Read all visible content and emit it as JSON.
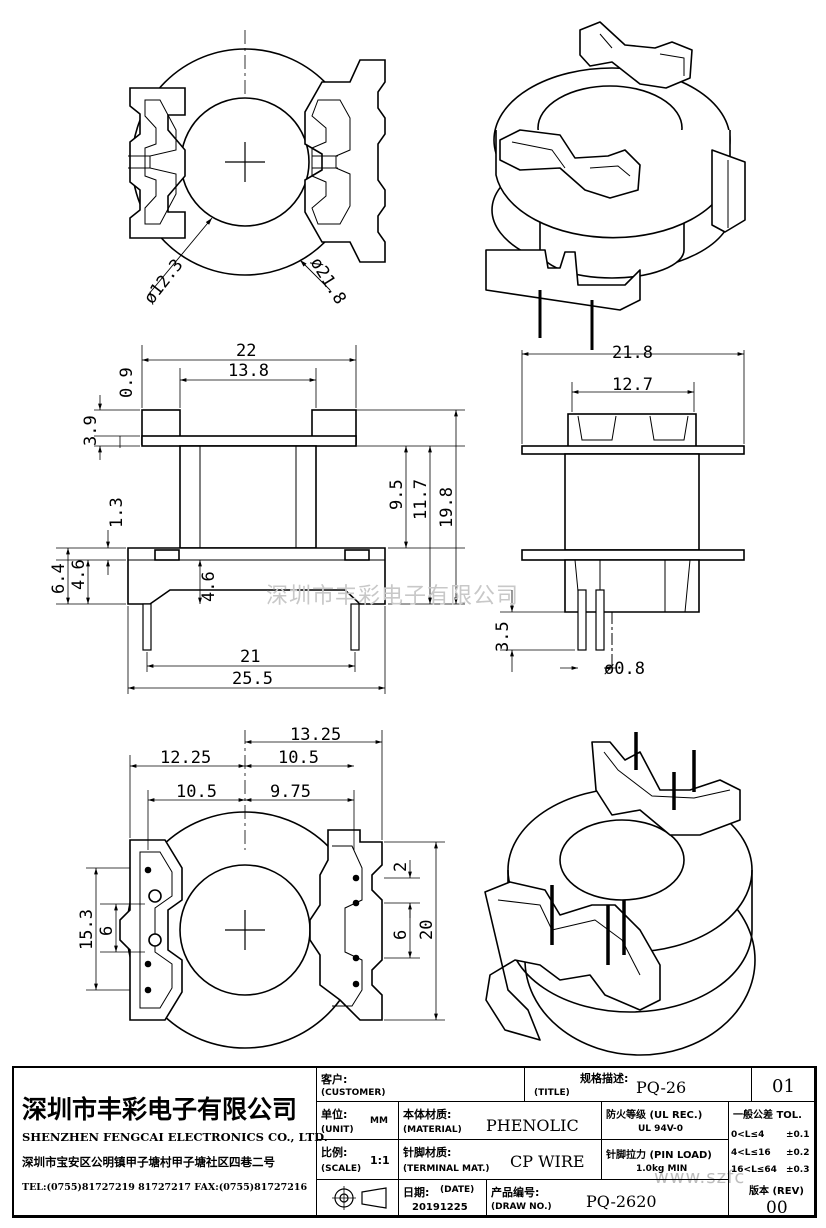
{
  "dims": {
    "d_inner": "ø12.3",
    "d_outer": "ø21.8",
    "w22": "22",
    "w13_8": "13.8",
    "h0_9": "0.9",
    "h3_9": "3.9",
    "h1_3": "1.3",
    "h6_4": "6.4",
    "h4_6a": "4.6",
    "h4_6b": "4.6",
    "h9_5": "9.5",
    "h11_7": "11.7",
    "h19_8": "19.8",
    "w21": "21",
    "w25_5": "25.5",
    "w21_8": "21.8",
    "w12_7": "12.7",
    "h3_5": "3.5",
    "d_pin": "ø0.8",
    "w13_25": "13.25",
    "w12_25": "12.25",
    "w10_5a": "10.5",
    "w10_5b": "10.5",
    "w9_75": "9.75",
    "h15_3": "15.3",
    "h6a": "6",
    "h6b": "6",
    "h2": "2",
    "h20": "20"
  },
  "watermark": "深圳市丰彩电子有限公司",
  "watermark2": "www.szfc",
  "title_block": {
    "company_cn": "深圳市丰彩电子有限公司",
    "company_en": "SHENZHEN FENGCAI ELECTRONICS CO., LTD.",
    "address": "深圳市宝安区公明镇甲子塘村甲子塘社区四巷二号",
    "phone": "TEL:(0755)81727219  81727217   FAX:(0755)81727216",
    "customer_cn": "客户:",
    "customer_en": "(CUSTOMER)",
    "spec_cn": "规格描述:",
    "title_en": "(TITLE)",
    "title_value": "PQ-26",
    "sheet": "01",
    "unit_cn": "单位:",
    "unit_en": "(UNIT)",
    "unit_value": "MM",
    "material_cn": "本体材质:",
    "material_en": "(MATERIAL)",
    "material_value": "PHENOLIC",
    "fire_cn": "防火等级 (UL REC.)",
    "fire_value": "UL 94V-0",
    "tol_title": "一般公差 TOL.",
    "tol1_range": "0<L≤4",
    "tol1_val": "±0.1",
    "tol2_range": "4<L≤16",
    "tol2_val": "±0.2",
    "tol3_range": "16<L≤64",
    "tol3_val": "±0.3",
    "scale_cn": "比例:",
    "scale_en": "(SCALE)",
    "scale_value": "1:1",
    "terminal_cn": "针脚材质:",
    "terminal_en": "(TERMINAL MAT.)",
    "terminal_value": "CP WIRE",
    "pinload_cn": "针脚拉力 (PIN LOAD)",
    "pinload_value": "1.0kg MIN",
    "date_cn": "日期:",
    "date_en": "(DATE)",
    "date_value": "20191225",
    "drawno_cn": "产品编号:",
    "drawno_en": "(DRAW NO.)",
    "drawno_value": "PQ-2620",
    "rev_cn": "版本 (REV)",
    "rev_value": "00"
  }
}
